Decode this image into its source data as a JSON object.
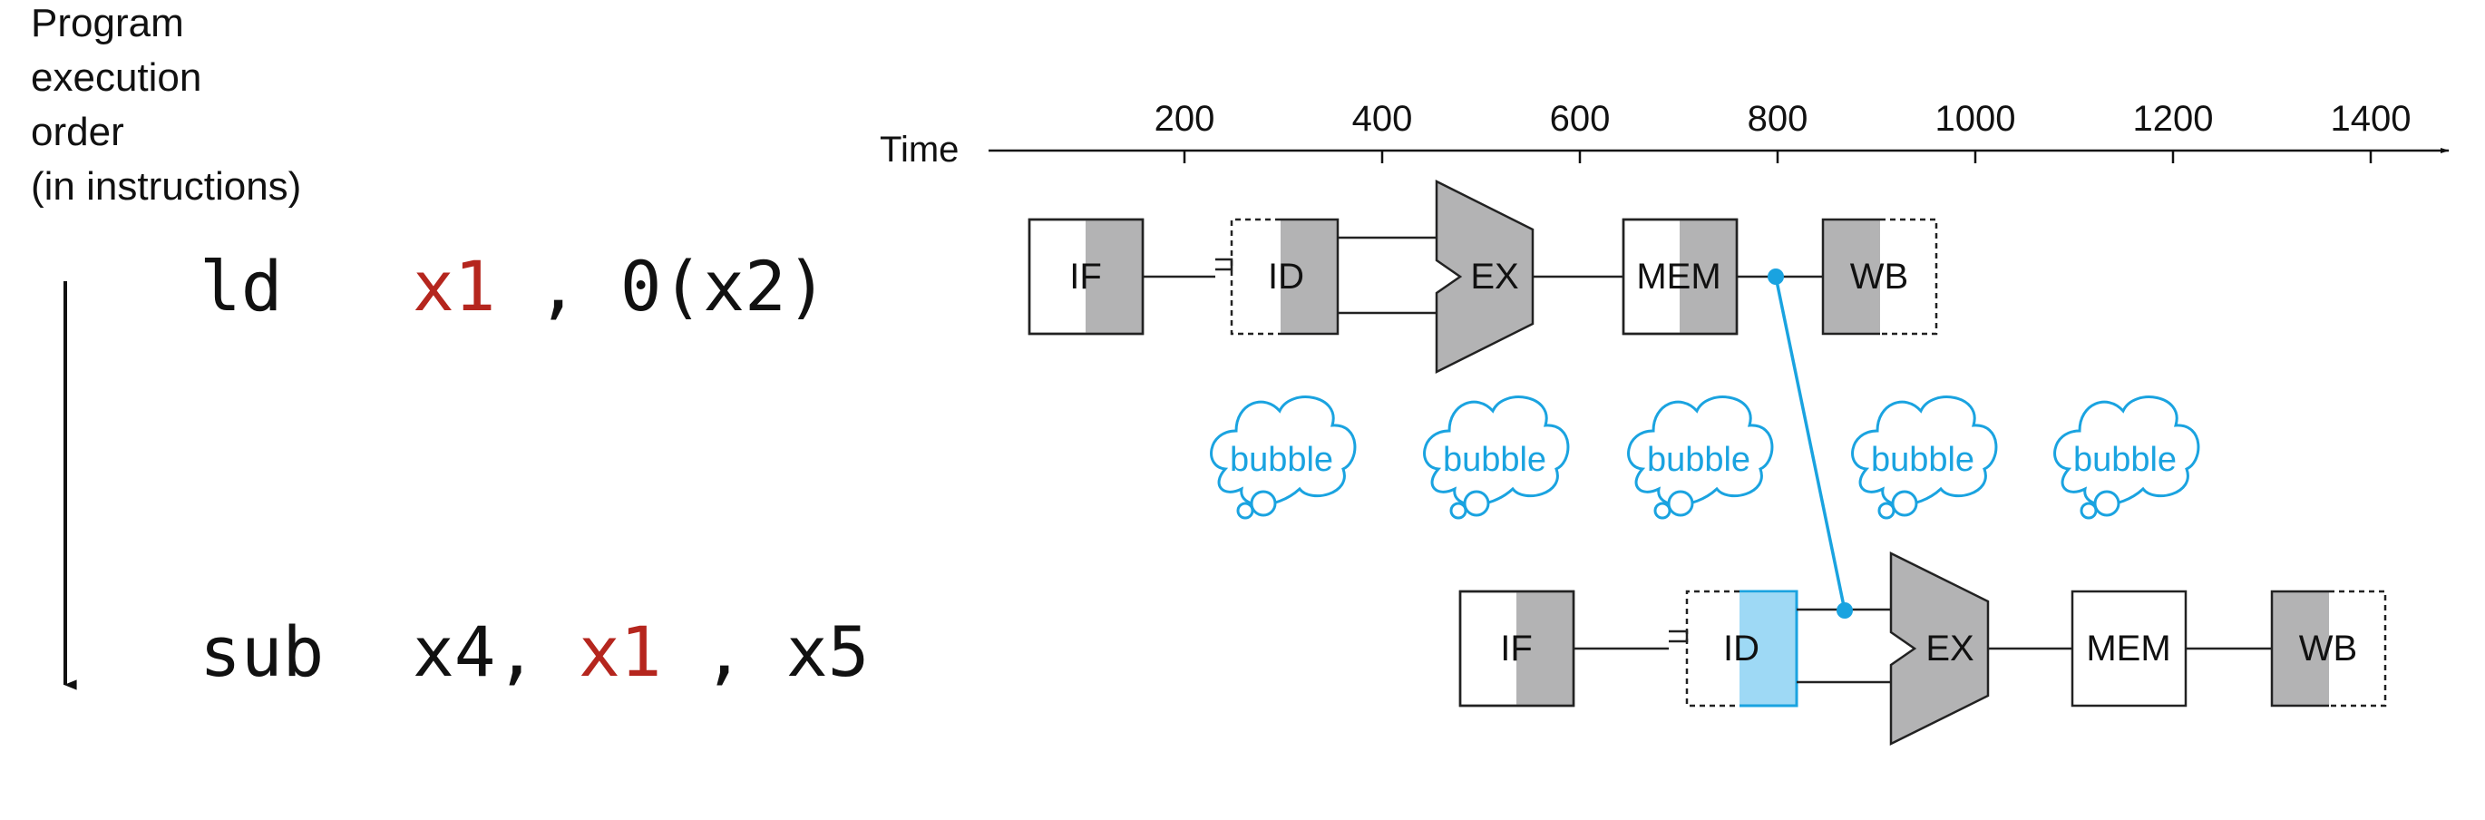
{
  "order_label": [
    "Program",
    "execution",
    "order",
    "(in instructions)"
  ],
  "time_axis": {
    "label": "Time",
    "ticks": [
      "200",
      "400",
      "600",
      "800",
      "1000",
      "1200",
      "1400"
    ]
  },
  "instructions": [
    {
      "name": "ld-instruction",
      "parts": [
        {
          "text": "ld",
          "highlight": false
        },
        {
          "text": "x1",
          "highlight": true
        },
        {
          "text": ", 0(x2)",
          "highlight": false
        }
      ]
    },
    {
      "name": "sub-instruction",
      "parts": [
        {
          "text": "sub",
          "highlight": false
        },
        {
          "text": "x4, ",
          "highlight": false
        },
        {
          "text": "x1",
          "highlight": true
        },
        {
          "text": ", x5",
          "highlight": false
        }
      ]
    }
  ],
  "pipeline_stages": {
    "if": "IF",
    "id": "ID",
    "ex": "EX",
    "mem": "MEM",
    "wb": "WB"
  },
  "bubble_label": "bubble",
  "colors": {
    "highlight_register": "#b5261e",
    "bubble": "#1aa3e0",
    "forward_path": "#1aa3e0",
    "stage_shade": "#b3b3b4",
    "id_highlight_fill": "#9ed9f5"
  }
}
